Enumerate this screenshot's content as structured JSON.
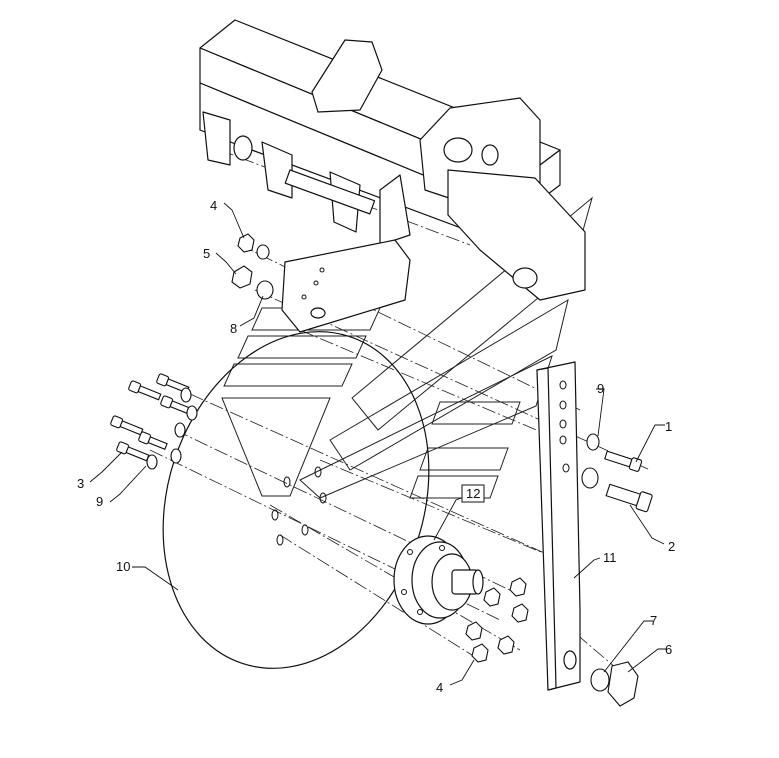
{
  "callouts": [
    {
      "id": "c1",
      "label": "1"
    },
    {
      "id": "c2",
      "label": "2"
    },
    {
      "id": "c3",
      "label": "3"
    },
    {
      "id": "c4a",
      "label": "4"
    },
    {
      "id": "c4b",
      "label": "4"
    },
    {
      "id": "c5",
      "label": "5"
    },
    {
      "id": "c6",
      "label": "6"
    },
    {
      "id": "c7",
      "label": "7"
    },
    {
      "id": "c8",
      "label": "8"
    },
    {
      "id": "c9a",
      "label": "9"
    },
    {
      "id": "c9b",
      "label": "9"
    },
    {
      "id": "c10",
      "label": "10"
    },
    {
      "id": "c11",
      "label": "11"
    },
    {
      "id": "c12",
      "label": "12"
    }
  ]
}
